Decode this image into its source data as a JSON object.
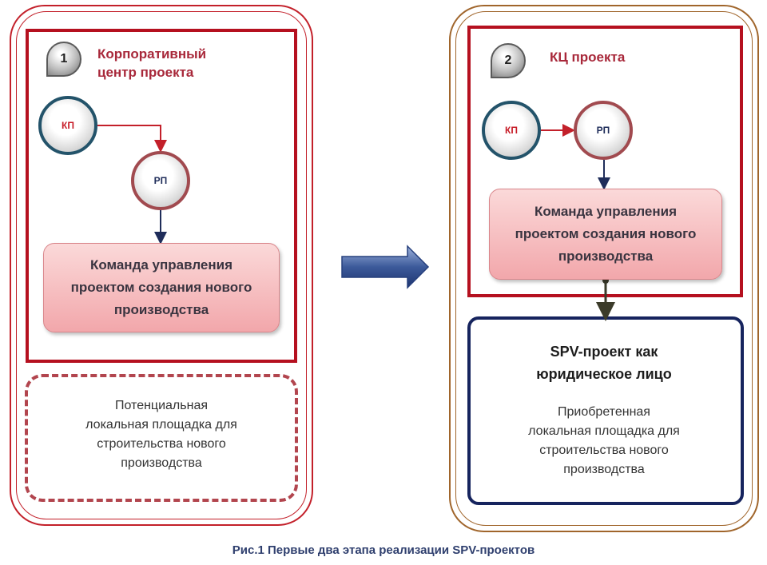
{
  "left_panel": {
    "badge": "1",
    "title": "Корпоративный\nцентр проекта",
    "node_kp": "КП",
    "node_rp": "РП",
    "team_box": "Команда управления\nпроектом создания нового\nпроизводства",
    "site_box": "Потенциальная\nлокальная площадка для\nстроительства нового\nпроизводства"
  },
  "right_panel": {
    "badge": "2",
    "title": "КЦ проекта",
    "node_kp": "КП",
    "node_rp": "РП",
    "team_box": "Команда управления\nпроектом создания нового\nпроизводства",
    "spv_title": "SPV-проект как\nюридическое лицо",
    "site_box": "Приобретенная\nлокальная площадка для\nстроительства нового\nпроизводства"
  },
  "caption": "Рис.1 Первые два этапа реализации SPV-проектов",
  "colors": {
    "frame_red": "#b5101f",
    "frame_brown": "#a0652b",
    "navy": "#16245e",
    "arrow_blue": "#3c5a9a"
  }
}
